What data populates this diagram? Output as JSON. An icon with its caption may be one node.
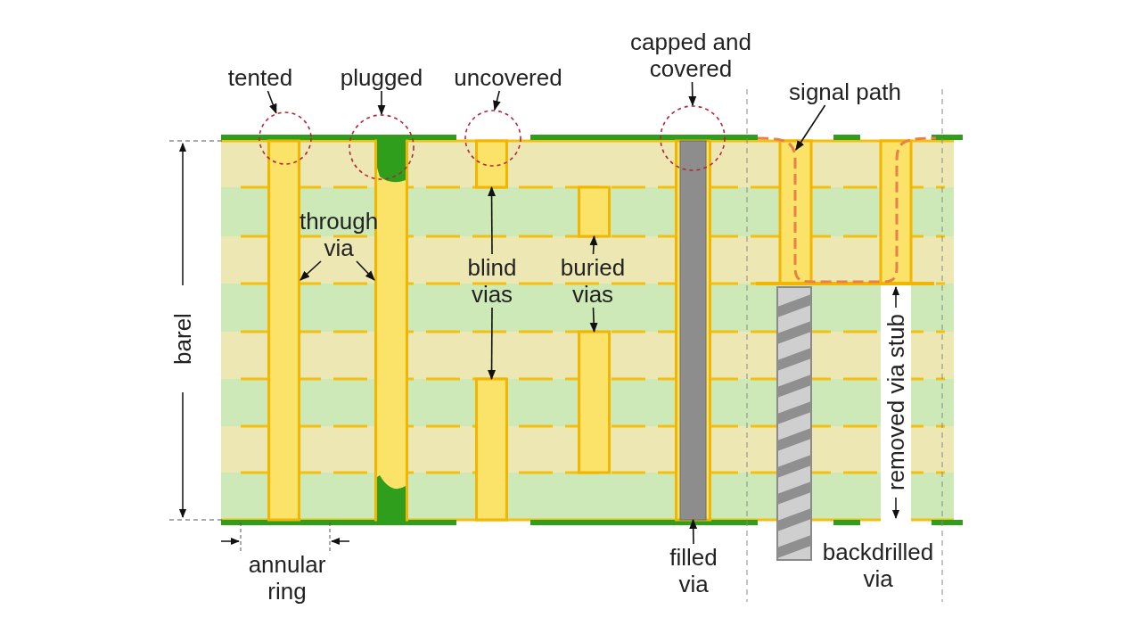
{
  "diagram": {
    "nodes": [
      {
        "text": [
          "tented"
        ]
      },
      {
        "text": [],
        "shape": "circle"
      },
      {
        "text": [
          "plugged"
        ]
      },
      {
        "text": [],
        "shape": "circle"
      },
      {
        "text": [
          "uncovered"
        ]
      },
      {
        "text": [],
        "shape": "circle"
      },
      {
        "text": [
          "capped and covered"
        ]
      },
      {
        "text": [],
        "shape": "circle"
      },
      {
        "text": [
          "signal path"
        ]
      },
      {
        "text": [],
        "shape": "line"
      },
      {
        "text": [
          "through via"
        ]
      },
      {
        "text": [],
        "shape": "bar"
      },
      {
        "text": [],
        "shape": "bar"
      },
      {
        "text": [
          "blind vias"
        ]
      },
      {
        "text": [],
        "shape": "bar"
      },
      {
        "text": [],
        "shape": "bar"
      },
      {
        "text": [
          "buried vias"
        ]
      },
      {
        "text": [],
        "shape": "bar"
      },
      {
        "text": [],
        "shape": "bar"
      },
      {
        "text": [
          "filled via"
        ]
      },
      {
        "text": [],
        "shape": "bar"
      }
    ],
    "edges": [
      {
        "from": 0,
        "to": 1,
        "arrow": "to"
      },
      {
        "from": 2,
        "to": 3,
        "arrow": "to"
      },
      {
        "from": 4,
        "to": 5,
        "arrow": "to"
      },
      {
        "from": 6,
        "to": 7,
        "arrow": "to"
      },
      {
        "from": 8,
        "to": 9,
        "arrow": "to"
      },
      {
        "from": 10,
        "to": 11,
        "arrow": "to"
      },
      {
        "from": 10,
        "to": 12,
        "arrow": "to"
      },
      {
        "from": 13,
        "to": 14,
        "arrow": "to"
      },
      {
        "from": 13,
        "to": 15,
        "arrow": "to"
      },
      {
        "from": 16,
        "to": 17,
        "arrow": "to"
      },
      {
        "from": 16,
        "to": 18,
        "arrow": "to"
      },
      {
        "from": 19,
        "to": 20,
        "arrow": "to"
      }
    ],
    "labels": [
      "barel",
      "removed via stub",
      "annular ring",
      "backdrilled via"
    ]
  }
}
